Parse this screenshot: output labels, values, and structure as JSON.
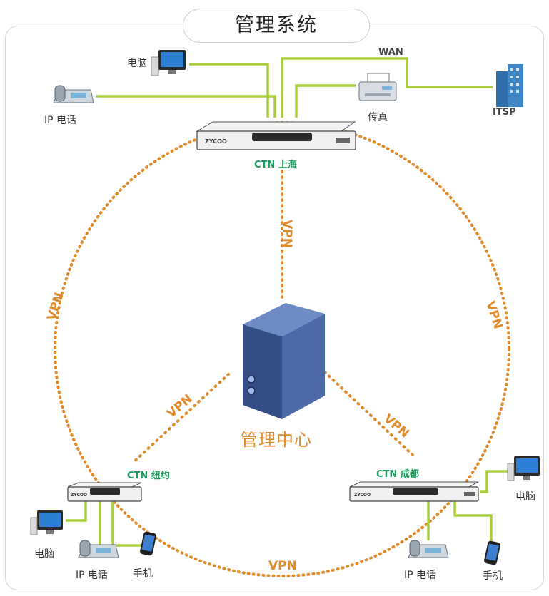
{
  "title": "管理系统",
  "center": {
    "label": "管理中心"
  },
  "sites": {
    "shanghai": "CTN 上海",
    "newyork": "CTN 纽约",
    "chengdu": "CTN 成都"
  },
  "device_brand": "ZYCOO",
  "wan_label": "WAN",
  "itsp_label": "ITSP",
  "vpn_label": "VPN",
  "devices": {
    "pc": "电脑",
    "ip_phone": "IP 电话",
    "fax": "传真",
    "mobile": "手机"
  },
  "colors": {
    "link_green": "#a8cf3a",
    "vpn_orange": "#e08a2a",
    "site_green": "#1a9a5a"
  }
}
